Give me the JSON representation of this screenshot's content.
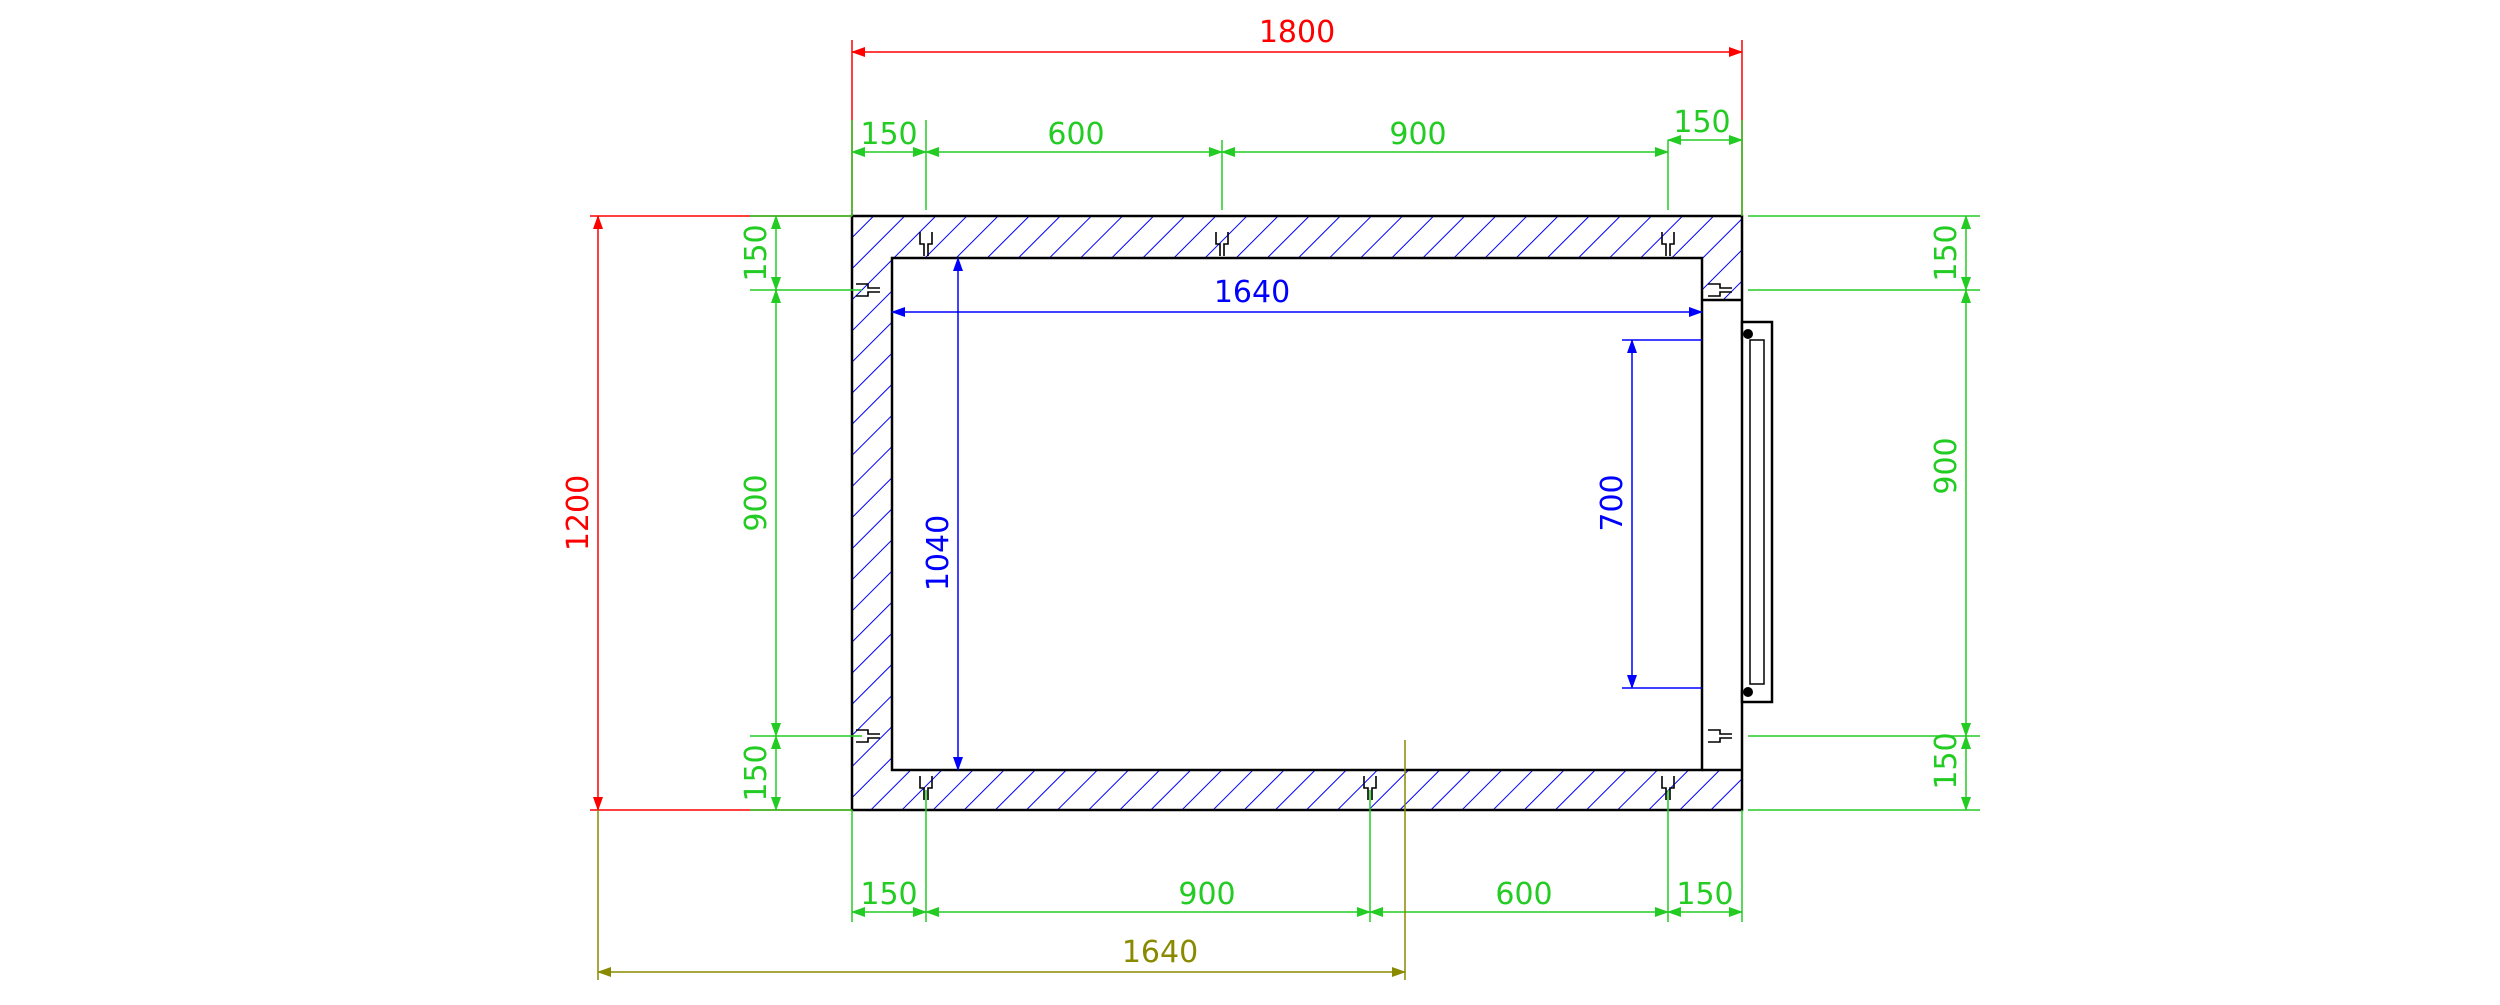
{
  "colors": {
    "red": "#ff0000",
    "green": "#22cc22",
    "blue": "#0000ff",
    "olive": "#8a8a00",
    "outline": "#000000",
    "hatch": "#0000ff"
  },
  "dimensions": {
    "overall_width": "1800",
    "overall_height": "1200",
    "top_segments": [
      "150",
      "600",
      "900",
      "150"
    ],
    "bottom_segments": [
      "150",
      "900",
      "600",
      "150"
    ],
    "left_segments": [
      "150",
      "900",
      "150"
    ],
    "right_segments": [
      "150",
      "900",
      "150"
    ],
    "inner_width": "1640",
    "inner_height": "1040",
    "door_opening": "700",
    "bottom_reference": "1640"
  }
}
